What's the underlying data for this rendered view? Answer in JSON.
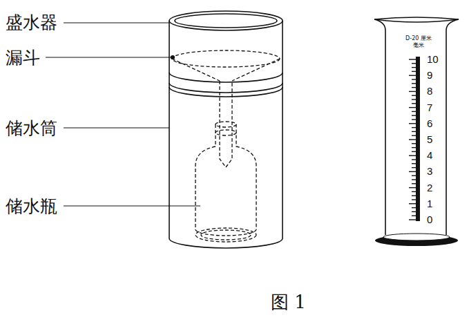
{
  "diagram": {
    "caption": "图 1",
    "labels": [
      "盛水器",
      "漏斗",
      "储水筒",
      "储水瓶",
      "D-20 厘米",
      "毫米",
      "10",
      "9",
      "8",
      "7",
      "6",
      "5",
      "4",
      "3",
      "2",
      "1",
      "0"
    ]
  }
}
